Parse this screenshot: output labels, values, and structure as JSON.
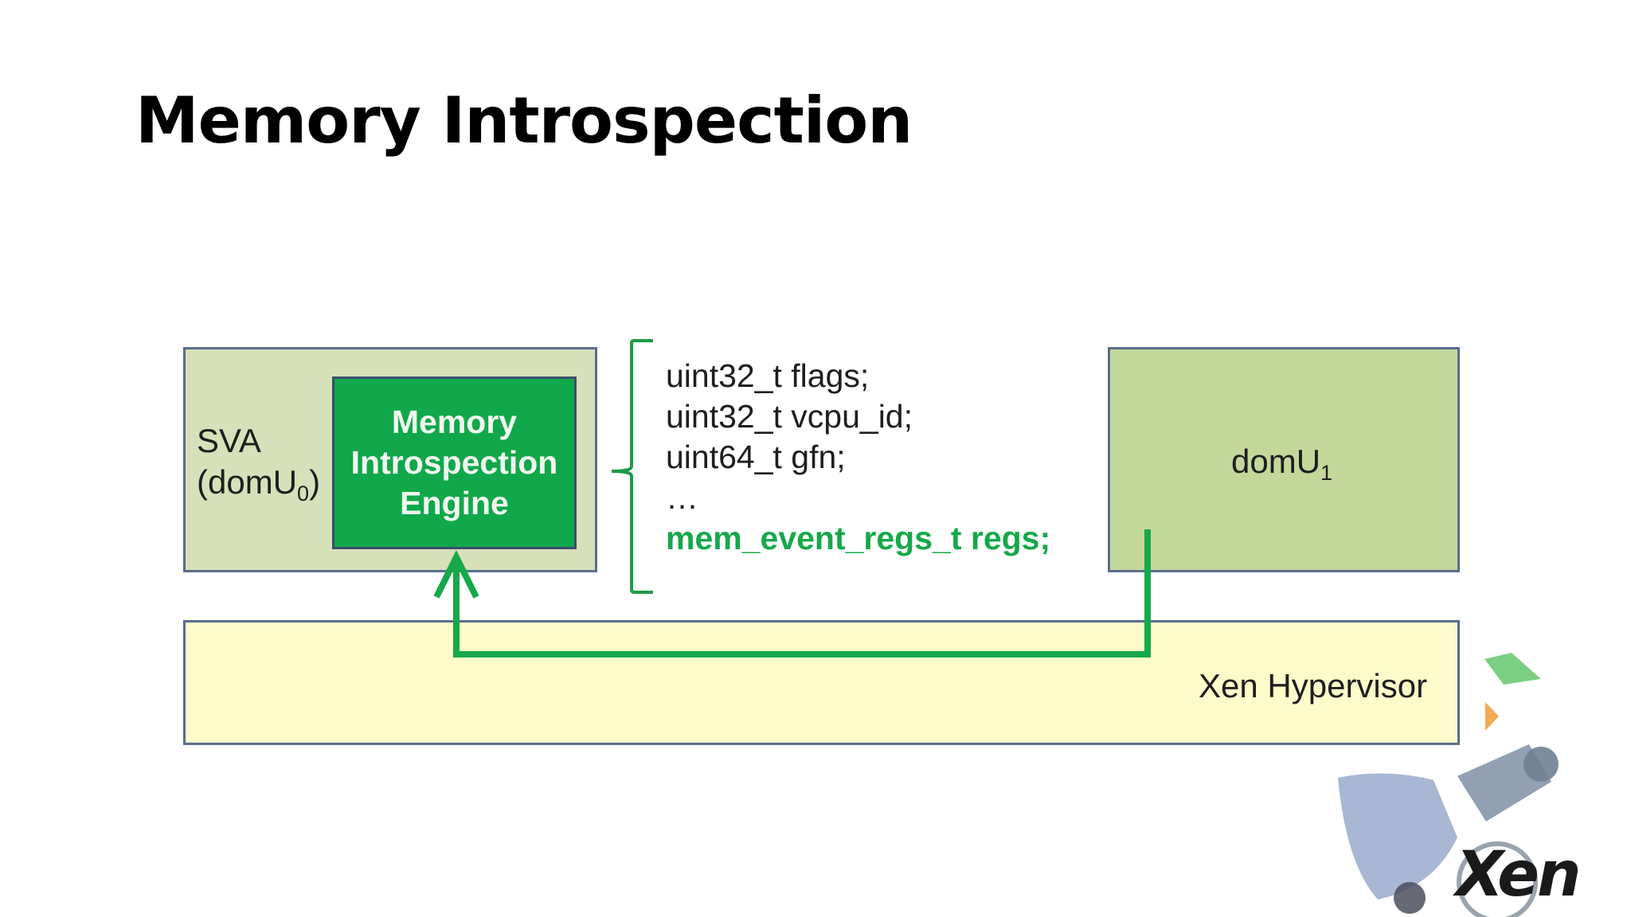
{
  "slide": {
    "title": "Memory Introspection"
  },
  "diagram": {
    "sva": {
      "label": "SVA",
      "sub_prefix": "(domU",
      "sub_index": "0",
      "sub_suffix": ")"
    },
    "engine": {
      "line1": "Memory",
      "line2": "Introspection",
      "line3": "Engine"
    },
    "struct_fields": [
      "uint32_t flags;",
      "uint32_t vcpu_id;",
      "uint64_t gfn;",
      "…"
    ],
    "highlight_field": "mem_event_regs_t regs;",
    "domu1": {
      "label": "domU",
      "index": "1"
    },
    "hypervisor": {
      "label": "Xen Hypervisor"
    },
    "colors": {
      "arrow": "#16a84a",
      "engine_fill": "#10a84a",
      "sva_fill": "#d6e1b9",
      "domu1_fill": "#c4d79b",
      "hypervisor_fill": "#fdfbc9",
      "border": "#5a6d8c"
    }
  },
  "logo": {
    "text": "Xen",
    "mark": "xen-panda-mascot-icon"
  }
}
